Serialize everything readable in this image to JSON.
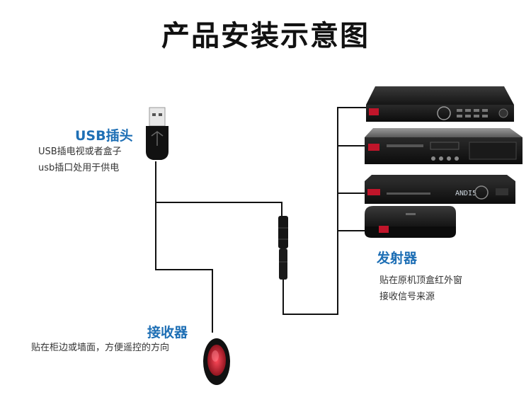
{
  "title": "产品安装示意图",
  "usb": {
    "heading": "USB插头",
    "desc_line1": "USB插电视或者盒子",
    "desc_line2": "usb插口处用于供电"
  },
  "transmitter": {
    "heading": "发射器",
    "desc_line1": "贴在原机顶盒红外窗",
    "desc_line2": "接收信号来源"
  },
  "receiver": {
    "heading": "接收器",
    "desc": "贴在柜边或墙面，方便遥控的方向"
  },
  "device_display": "ANDI5",
  "colors": {
    "accent": "#1e6fb5",
    "ir_red": "#c0152a",
    "cable": "#111111"
  }
}
